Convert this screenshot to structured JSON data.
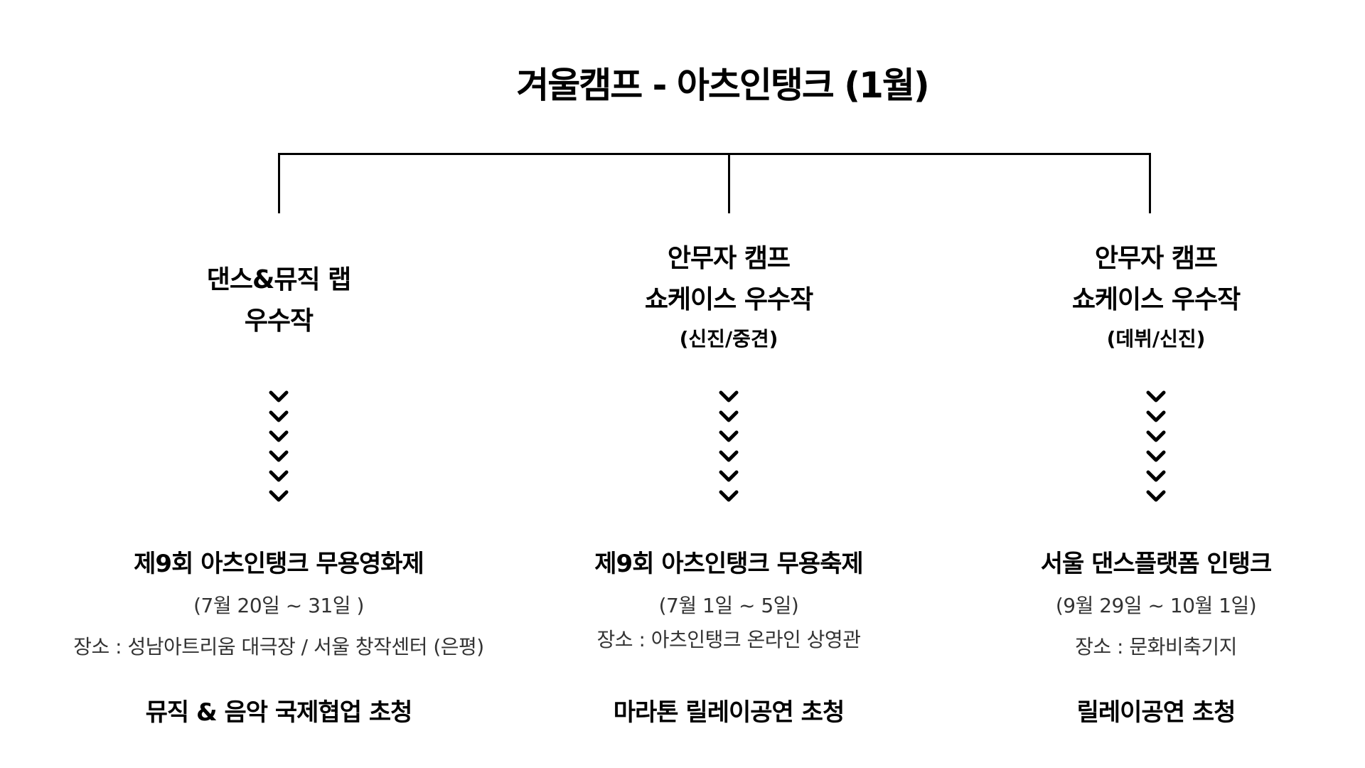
{
  "title": "겨울캠프 - 아츠인탱크 (1월)",
  "columns": [
    {
      "heading": [
        "댄스&뮤직 랩",
        "우수작"
      ],
      "subheading": "",
      "event": "제9회 아츠인탱크 무용영화제",
      "dates": "(7월 20일 ~ 31일 )",
      "venue": "장소 : 성남아트리움 대극장 / 서울 창작센터 (은평)",
      "invitation": "뮤직 & 음악 국제협업 초청"
    },
    {
      "heading": [
        "안무자 캠프",
        "쇼케이스 우수작"
      ],
      "subheading": "(신진/중견)",
      "event": "제9회 아츠인탱크 무용축제",
      "dates": "(7월 1일 ~ 5일)",
      "venue": "장소 : 아츠인탱크 온라인 상영관",
      "invitation": "마라톤 릴레이공연 초청"
    },
    {
      "heading": [
        "안무자 캠프",
        "쇼케이스 우수작"
      ],
      "subheading": "(데뷔/신진)",
      "event": "서울 댄스플랫폼 인탱크",
      "dates": "(9월 29일 ~ 10월 1일)",
      "venue": "장소 : 문화비축기지",
      "invitation": "릴레이공연 초청"
    }
  ]
}
